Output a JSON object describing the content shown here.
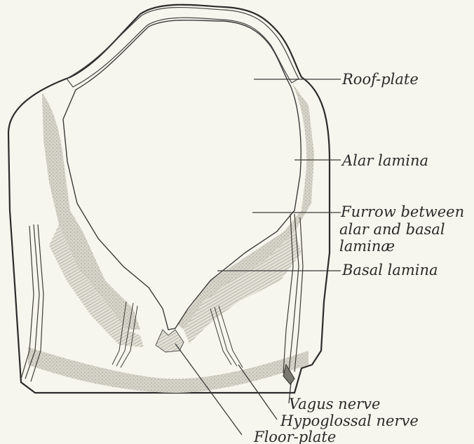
{
  "figure": {
    "background": "#f7f6ee",
    "ink_color": "#2b2b2b",
    "shade_color": "#cfcdc2"
  },
  "labels": {
    "roof_plate": "Roof-plate",
    "alar_lamina": "Alar lamina",
    "furrow_line1": "Furrow between",
    "furrow_line2": "alar and basal",
    "furrow_line3": "laminæ",
    "basal_lamina": "Basal lamina",
    "vagus_nerve": "Vagus nerve",
    "hypoglossal_nerve": "Hypoglossal nerve",
    "floor_plate": "Floor-plate"
  }
}
